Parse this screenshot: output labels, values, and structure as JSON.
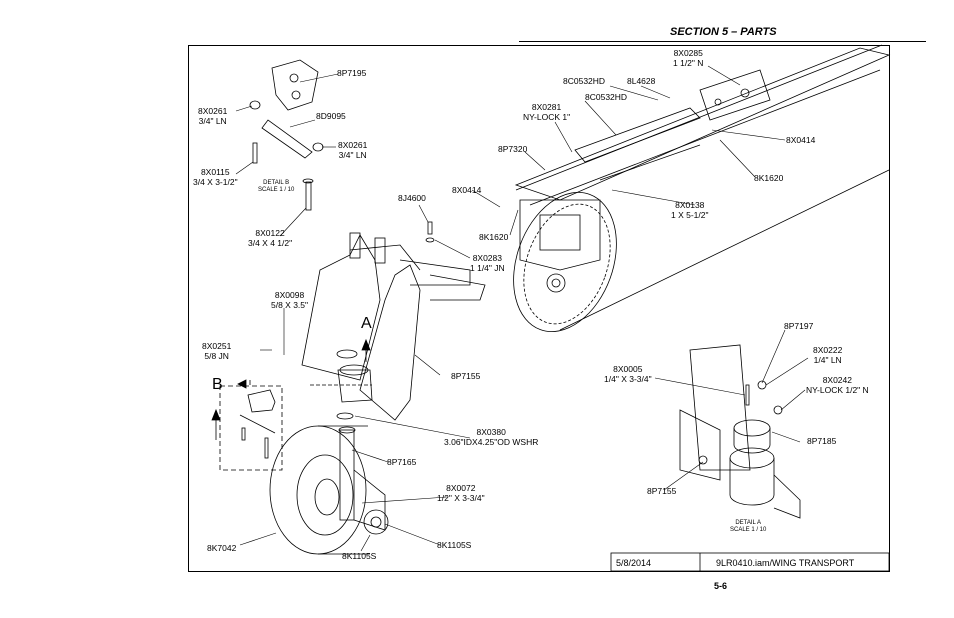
{
  "header": {
    "section": "SECTION 5 – PARTS"
  },
  "callouts": {
    "p8p7195": "8P7195",
    "p8x0261a": [
      "8X0261",
      "3/4\" LN"
    ],
    "p8d9095": "8D9095",
    "p8x0261b": [
      "8X0261",
      "3/4\" LN"
    ],
    "p8x0115": [
      "8X0115",
      "3/4 X 3-1/2\""
    ],
    "detail_b": [
      "DETAIL  B",
      "SCALE 1 / 10"
    ],
    "p8x0122": [
      "8X0122",
      "3/4 X 4 1/2\""
    ],
    "p8j4600": "8J4600",
    "p8x0283": [
      "8X0283",
      "1 1/4\" JN"
    ],
    "p8x0098": [
      "8X0098",
      "5/8 X 3.5\""
    ],
    "p8x0251": [
      "8X0251",
      "5/8 JN"
    ],
    "p8p7155a": "8P7155",
    "p8x0380": [
      "8X0380",
      "3.06\"IDX4.25\"OD WSHR"
    ],
    "p8p7165": "8P7165",
    "p8x0072": [
      "8X0072",
      "1/2\" X 3-3/4\""
    ],
    "p8k7042": "8K7042",
    "p8k1105s_a": "8K1105S",
    "p8k1105s_b": "8K1105S",
    "p8x0285": [
      "8X0285",
      "1 1/2\" N"
    ],
    "p8c0532hd_a": "8C0532HD",
    "p8l4628": "8L4628",
    "p8c0532hd_b": "8C0532HD",
    "p8x0281": [
      "8X0281",
      "NY-LOCK 1\""
    ],
    "p8x0414a": "8X0414",
    "p8p7320": "8P7320",
    "p8x0414b": "8X0414",
    "p8k1620a": "8K1620",
    "p8x0138": [
      "8X0138",
      "1 X 5-1/2\""
    ],
    "p8k1620b": "8K1620",
    "p8p7197": "8P7197",
    "p8x0222": [
      "8X0222",
      "1/4\" LN"
    ],
    "p8x0005": [
      "8X0005",
      "1/4\" X 3-3/4\""
    ],
    "p8x0242": [
      "8X0242",
      "NY-LOCK 1/2\" N"
    ],
    "p8p7185": "8P7185",
    "p8p7155b": "8P7155",
    "detail_a": [
      "DETAIL  A",
      "SCALE 1 / 10"
    ]
  },
  "detail_letters": {
    "a": "A",
    "b": "B"
  },
  "title_block": {
    "date": "5/8/2014",
    "file": "9LR0410.iam/WING TRANSPORT"
  },
  "page_number": "5-6"
}
